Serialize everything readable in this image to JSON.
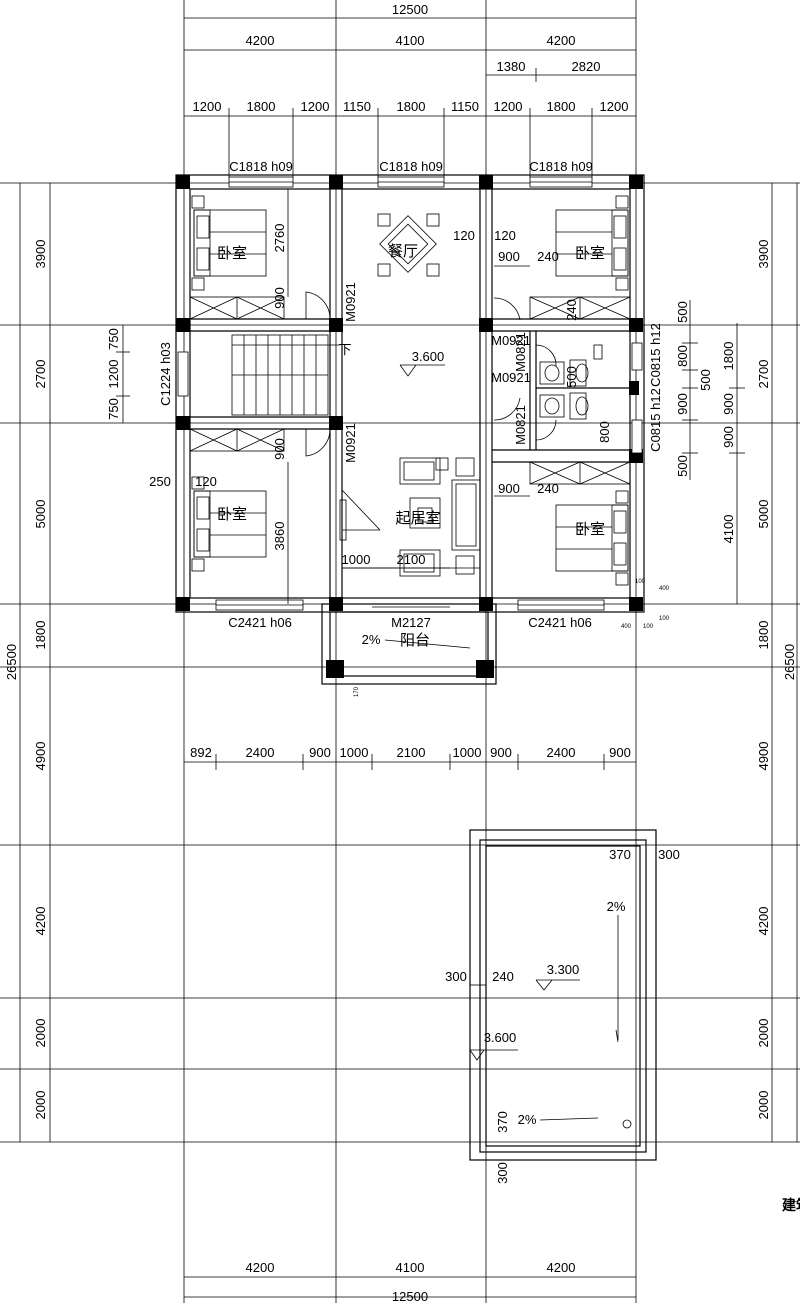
{
  "dims_top": {
    "overall": "12500",
    "bays": [
      "4200",
      "4100",
      "4200"
    ],
    "sub": [
      "1380",
      "2820"
    ],
    "win": [
      "1200",
      "1800",
      "1200",
      "1150",
      "1800",
      "1150",
      "1200",
      "1800",
      "1200"
    ]
  },
  "dims_bottom": {
    "overall": "12500",
    "bays": [
      "4200",
      "4100",
      "4200"
    ],
    "row": [
      "892",
      "2400",
      "900",
      "1000",
      "2100",
      "1000",
      "900",
      "2400",
      "900"
    ]
  },
  "dims_left": {
    "overall": "26500",
    "rows": [
      "3900",
      "2700",
      "5000",
      "1800",
      "4900",
      "4200",
      "2000",
      "2000"
    ],
    "stair": [
      "750",
      "1200",
      "750"
    ]
  },
  "dims_right": {
    "overall": "26500",
    "rows": [
      "3900",
      "2700",
      "5000",
      "1800",
      "4900",
      "4200",
      "2000",
      "2000"
    ],
    "inner_a": [
      "500",
      "800",
      "500",
      "900",
      "500"
    ],
    "inner_b": [
      "1800",
      "900",
      "900"
    ],
    "inner_c": "4100"
  },
  "windows": {
    "top_left": "C1818  h09",
    "top_mid": "C1818  h09",
    "top_right": "C1818  h09",
    "bottom_left": "C2421  h06",
    "bottom_right": "C2421  h06",
    "stair": "C1224  h03",
    "bath_upper": "C0815  h12",
    "bath_lower": "C0815  h12"
  },
  "doors": {
    "d_upper_left": "M0921",
    "d_lower_left": "M0921",
    "d_right_a": "M0921",
    "d_right_b": "M0921",
    "d_bath_a": "M0821",
    "d_bath_b": "M0821",
    "balcony": "M2127"
  },
  "rooms": {
    "bedroom": "卧室",
    "dining": "餐厅",
    "living": "起居室",
    "balcony": "阳台"
  },
  "interior_dims": {
    "d2760": "2760",
    "d900a": "900",
    "d900b": "900",
    "d3860": "3860",
    "d250": "250",
    "d120": "120",
    "d120b": "120",
    "d120c": "120",
    "d900c": "900",
    "d240a": "240",
    "d240b": "240",
    "d240c": "240",
    "d900d": "900",
    "d1000": "1000",
    "d2100": "2100",
    "d500": "500",
    "d800": "800",
    "small_100a": "100",
    "small_400a": "400",
    "small_400b": "400",
    "small_100b": "100",
    "small_100c": "100",
    "small_170": "170"
  },
  "levels": {
    "floor": "3.600",
    "roof_low": "3.300",
    "roof_edge": "3.600"
  },
  "slopes": {
    "balcony": "2%",
    "roof_a": "2%",
    "roof_b": "2%"
  },
  "roof_dims": {
    "r370a": "370",
    "r300a": "300",
    "r300b": "300",
    "r240": "240",
    "r370b": "370",
    "r300c": "300"
  },
  "stair_label": "下",
  "corner_text": "建筑"
}
